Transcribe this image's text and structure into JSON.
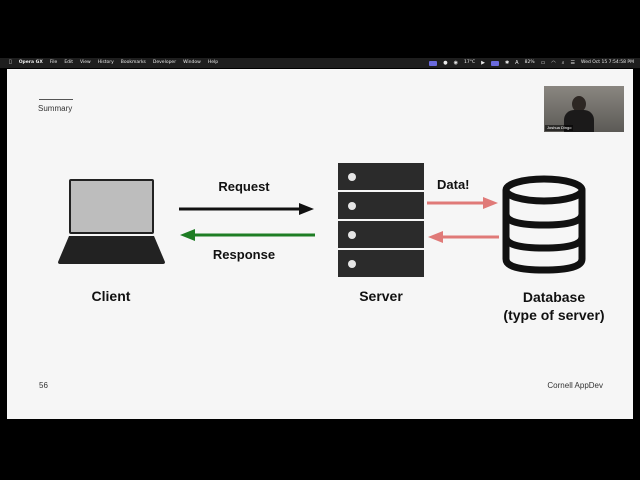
{
  "menubar": {
    "app": "Opera GX",
    "items": [
      "File",
      "Edit",
      "View",
      "History",
      "Bookmarks",
      "Developer",
      "Window",
      "Help"
    ],
    "weather": "17°C",
    "battery": "82%",
    "clock": "Wed Oct 15  7:54:58 PM"
  },
  "slide": {
    "section_title": "Summary",
    "page_number": "56",
    "footer_brand": "Cornell AppDev"
  },
  "diagram": {
    "client_label": "Client",
    "server_label": "Server",
    "database_label_line1": "Database",
    "database_label_line2": "(type of server)",
    "request_label": "Request",
    "response_label": "Response",
    "data_label": "Data!",
    "colors": {
      "request_arrow": "#111111",
      "response_arrow": "#1e7d24",
      "data_arrow": "#e07a78",
      "server_body": "#2b2b2b",
      "laptop_screen": "#bdbdbd"
    }
  },
  "video": {
    "participant_name": "Joshua Dingo"
  }
}
